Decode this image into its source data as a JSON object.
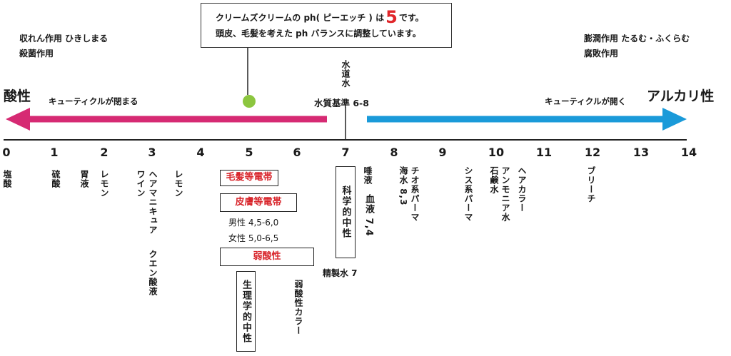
{
  "callout": {
    "line1_pre": "クリームズクリームの ph( ピーエッチ ) は",
    "line1_value": "5",
    "line1_post": "です。",
    "line2": "頭皮、毛髪を考えた ph バランスに調整しています。"
  },
  "left_top": {
    "line1": "収れん作用 ひきしまる",
    "line2": "殺菌作用"
  },
  "right_top": {
    "line1": "膨潤作用 たるむ・ふくらむ",
    "line2": "腐敗作用"
  },
  "acid": {
    "title": "酸性",
    "arrow_label": "キューティクルが閉まる"
  },
  "alkali": {
    "title": "アルカリ性",
    "arrow_label": "キューティクルが開く"
  },
  "water": {
    "label_vertical": "水道水",
    "label_horizontal": "水質基準 6-8"
  },
  "scale": {
    "min": 0,
    "max": 14,
    "numbers": [
      "0",
      "1",
      "2",
      "3",
      "4",
      "5",
      "6",
      "7",
      "8",
      "9",
      "10",
      "11",
      "12",
      "13",
      "14"
    ],
    "product_ph": 5
  },
  "colors": {
    "acid": "#d62a73",
    "alkali": "#1a9ad9",
    "marker": "#8cc63f",
    "highlight": "#e0262a"
  },
  "substances": {
    "s1": "塩酸",
    "s2": "硫酸",
    "s3": "胃液",
    "s4": "レモン",
    "s5": "ヘアマニキュア",
    "s6": "ワイン",
    "s7": "クエン酸液",
    "s8": "レモン",
    "s9": "唾液",
    "s10": "血液 7,4",
    "s11": "チオ系パーマ",
    "s12": "海水 8,3",
    "s13": "シス系パーマ",
    "s14": "アンモニア水",
    "s15": "石鹸水",
    "s16": "ヘアカラー",
    "s17": "ブリーチ",
    "s18": "弱酸性カラー"
  },
  "zones": {
    "hair": "毛髪等電帯",
    "skin": "皮膚等電帯",
    "male": "男性 4,5-6,0",
    "female": "女性 5,0-6,5",
    "weak_acid": "弱酸性",
    "physio": "生理学的中性",
    "science": "科学的中性",
    "purified": "精製水 7"
  }
}
